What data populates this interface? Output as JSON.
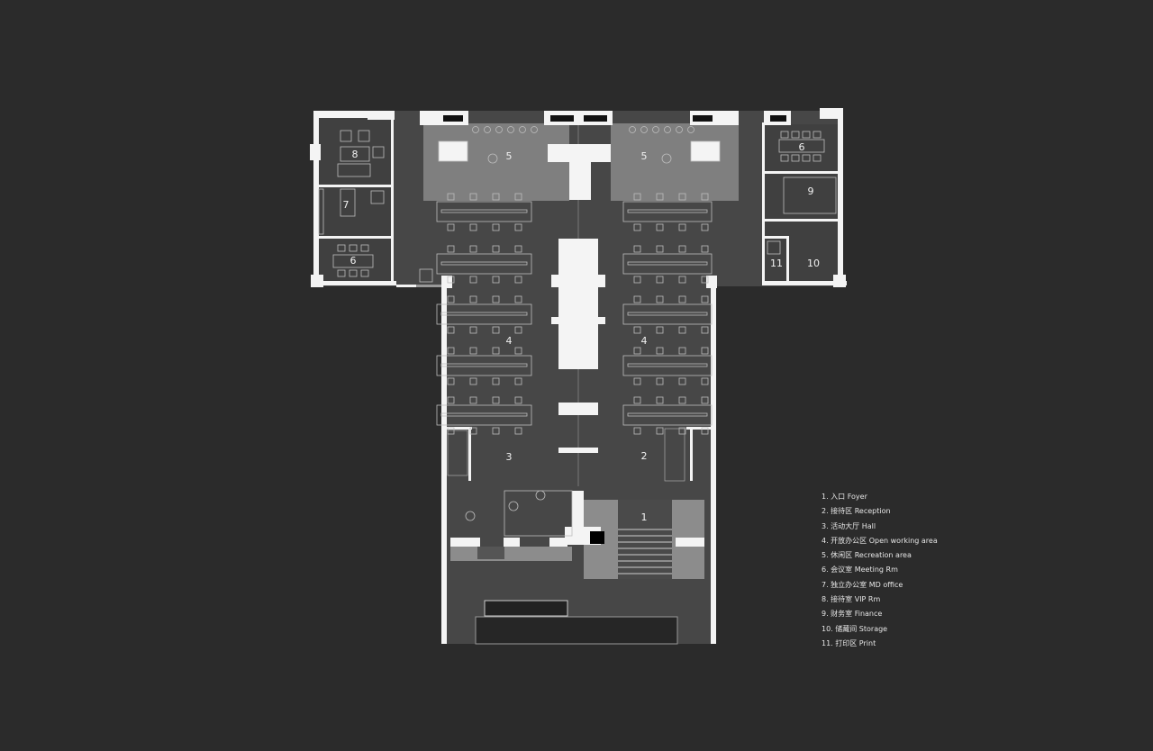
{
  "room_labels": {
    "foyer": "1",
    "reception": "2",
    "hall": "3",
    "open_left": "4",
    "open_right": "4",
    "rec_left": "5",
    "rec_right": "5",
    "meeting_left": "6",
    "meeting_right": "6",
    "md_office": "7",
    "vip": "8",
    "finance": "9",
    "storage": "10",
    "print": "11"
  },
  "legend": [
    "1. 入口 Foyer",
    "2. 接待区 Reception",
    "3. 活动大厅 Hall",
    "4. 开放办公区 Open working area",
    "5. 休闲区 Recreation area",
    "6. 会议室 Meeting Rm",
    "7. 独立办公室 MD office",
    "8. 接待室 VIP Rm",
    "9. 财务室 Finance",
    "10. 储藏间 Storage",
    "11. 打印区 Print"
  ],
  "colors": {
    "background": "#2b2b2b",
    "floor": "#474747",
    "wall": "#f4f4f4",
    "recreation": "#8a8a8a"
  }
}
